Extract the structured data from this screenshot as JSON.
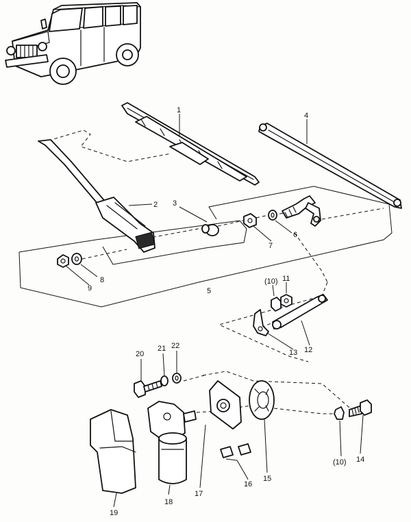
{
  "callouts": [
    {
      "id": "c1",
      "text": "1"
    },
    {
      "id": "c2",
      "text": "2"
    },
    {
      "id": "c3",
      "text": "3"
    },
    {
      "id": "c4",
      "text": "4"
    },
    {
      "id": "c5",
      "text": "5"
    },
    {
      "id": "c6",
      "text": "6"
    },
    {
      "id": "c7",
      "text": "7"
    },
    {
      "id": "c8",
      "text": "8"
    },
    {
      "id": "c9",
      "text": "9"
    },
    {
      "id": "c10a",
      "text": "(10)"
    },
    {
      "id": "c11",
      "text": "11"
    },
    {
      "id": "c12",
      "text": "12"
    },
    {
      "id": "c13",
      "text": "13"
    },
    {
      "id": "c10b",
      "text": "(10)"
    },
    {
      "id": "c14",
      "text": "14"
    },
    {
      "id": "c15",
      "text": "15"
    },
    {
      "id": "c16",
      "text": "16"
    },
    {
      "id": "c17",
      "text": "17"
    },
    {
      "id": "c18",
      "text": "18"
    },
    {
      "id": "c19",
      "text": "19"
    },
    {
      "id": "c20",
      "text": "20"
    },
    {
      "id": "c21",
      "text": "21"
    },
    {
      "id": "c22",
      "text": "22"
    }
  ]
}
